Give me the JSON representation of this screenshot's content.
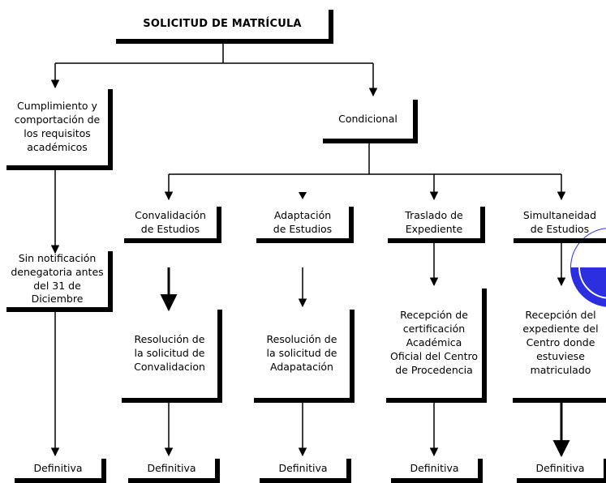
{
  "diagram": {
    "title": "SOLICITUD DE MATRÍCULA",
    "nodes": {
      "cumplimiento": "Cumplimiento y\ncomportación de\nlos requisitos\nacadémicos",
      "condicional": "Condicional",
      "sin_notificacion": "Sin notificación\ndenegatoria antes\ndel 31 de\nDiciembre",
      "convalidacion": "Convalidación\nde Estudios",
      "adaptacion": "Adaptación\nde Estudios",
      "traslado": "Traslado de\nExpediente",
      "simultaneidad": "Simultaneidad\nde Estudios",
      "resolucion_convalidacion": "Resolución de\nla solicitud de\nConvalidacion",
      "resolucion_adaptacion": "Resolución de\nla solicitud de\nAdapatación",
      "recepcion_certificacion": "Recepción de\ncertificación\nAcadémica\nOficial del Centro\nde Procedencia",
      "recepcion_expediente": "Recepción del\nexpediente del\nCentro donde\nestuviese\nmatriculado",
      "definitiva_1": "Definitiva",
      "definitiva_2": "Definitiva",
      "definitiva_3": "Definitiva",
      "definitiva_4": "Definitiva",
      "definitiva_5": "Definitiva"
    }
  }
}
